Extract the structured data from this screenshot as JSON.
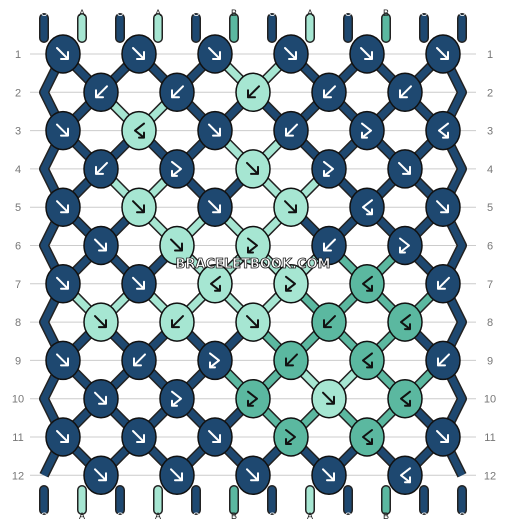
{
  "colors": {
    "A": "#a6e6d2",
    "B": "#5bb8a0",
    "C": "#1e4870",
    "grid_line": "#cccccc",
    "label_text": "#777777",
    "background": "#ffffff"
  },
  "strands_top": [
    "C",
    "A",
    "C",
    "A",
    "C",
    "B",
    "C",
    "A",
    "C",
    "B",
    "C",
    "C"
  ],
  "strands_bottom": [
    "C",
    "A",
    "C",
    "A",
    "C",
    "B",
    "C",
    "A",
    "C",
    "B",
    "C",
    "C"
  ],
  "row_labels": [
    "1",
    "2",
    "3",
    "4",
    "5",
    "6",
    "7",
    "8",
    "9",
    "10",
    "11",
    "12"
  ],
  "knots": [
    [
      [
        "C",
        "fwd"
      ],
      [
        "C",
        "fwd"
      ],
      [
        "C",
        "fwd"
      ],
      [
        "C",
        "fwd"
      ],
      [
        "C",
        "fwd"
      ],
      [
        "C",
        "fwd"
      ]
    ],
    [
      [
        "C",
        "bwd"
      ],
      [
        "C",
        "bwd"
      ],
      [
        "A",
        "bwd"
      ],
      [
        "C",
        "bwd"
      ],
      [
        "C",
        "bwd"
      ]
    ],
    [
      [
        "C",
        "fwd"
      ],
      [
        "A",
        "bf"
      ],
      [
        "C",
        "fwd"
      ],
      [
        "C",
        "bwd"
      ],
      [
        "C",
        "fb"
      ],
      [
        "C",
        "bf"
      ]
    ],
    [
      [
        "C",
        "bwd"
      ],
      [
        "C",
        "fb"
      ],
      [
        "A",
        "fwd"
      ],
      [
        "C",
        "fb"
      ],
      [
        "C",
        "fwd"
      ]
    ],
    [
      [
        "C",
        "fwd"
      ],
      [
        "A",
        "fwd"
      ],
      [
        "C",
        "fwd"
      ],
      [
        "A",
        "fwd"
      ],
      [
        "C",
        "bf"
      ],
      [
        "C",
        "fwd"
      ]
    ],
    [
      [
        "C",
        "fwd"
      ],
      [
        "A",
        "fwd"
      ],
      [
        "A",
        "fb"
      ],
      [
        "C",
        "bwd"
      ],
      [
        "C",
        "fb"
      ]
    ],
    [
      [
        "C",
        "fwd"
      ],
      [
        "C",
        "fwd"
      ],
      [
        "A",
        "bf"
      ],
      [
        "A",
        "fb"
      ],
      [
        "B",
        "bf"
      ],
      [
        "C",
        "bwd"
      ]
    ],
    [
      [
        "A",
        "fwd"
      ],
      [
        "A",
        "bwd"
      ],
      [
        "A",
        "fwd"
      ],
      [
        "B",
        "bwd"
      ],
      [
        "B",
        "bf"
      ]
    ],
    [
      [
        "C",
        "fwd"
      ],
      [
        "C",
        "bwd"
      ],
      [
        "C",
        "fb"
      ],
      [
        "B",
        "bwd"
      ],
      [
        "B",
        "bf"
      ],
      [
        "C",
        "bwd"
      ]
    ],
    [
      [
        "C",
        "fwd"
      ],
      [
        "C",
        "fb"
      ],
      [
        "B",
        "fb"
      ],
      [
        "A",
        "fwd"
      ],
      [
        "B",
        "bf"
      ]
    ],
    [
      [
        "C",
        "fwd"
      ],
      [
        "C",
        "fwd"
      ],
      [
        "C",
        "fwd"
      ],
      [
        "B",
        "fb"
      ],
      [
        "B",
        "bf"
      ],
      [
        "C",
        "fwd"
      ]
    ],
    [
      [
        "C",
        "fwd"
      ],
      [
        "C",
        "fwd"
      ],
      [
        "C",
        "fwd"
      ],
      [
        "C",
        "fwd"
      ],
      [
        "C",
        "bf"
      ]
    ]
  ],
  "watermark": "BRACELETBOOK.COM"
}
